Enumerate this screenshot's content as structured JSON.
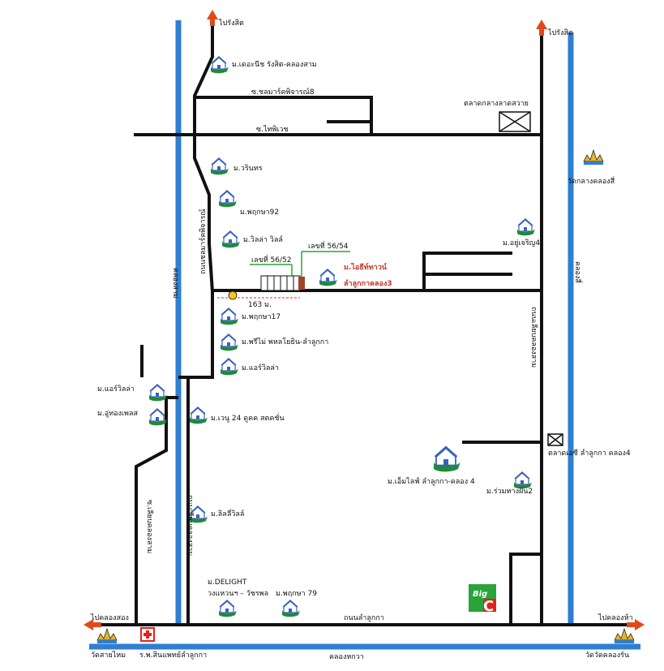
{
  "colors": {
    "road": "#111111",
    "canal": "#2f7fd0",
    "arrow": "#e04a1a",
    "house_green": "#1f8a3a",
    "house_blue": "#3a63b8",
    "accent_red": "#c0392b",
    "bigc_green": "#2aa33a",
    "bigc_red": "#e2231a"
  },
  "directions": {
    "to_rangsit_left": "ไปรังสิต",
    "to_rangsit_right": "ไปรังสิต",
    "to_khlong_song": "ไปคลองสอง",
    "to_khlong_ha": "ไปคลองห้า"
  },
  "roads": {
    "charoen_8": "ซ.ชลมาร์คพิจารณ์8",
    "soi_thaiwit": "ซ.ไทพิเวช",
    "thanon_left_vertical": "ถนนชลมาร์คพิจารณ์",
    "thanon_lower_left": "ถนนเลียบคลองสาม",
    "thanon_right_vertical": "ถนนเลียบคลองสาม",
    "soi_bottom_left": "ซ.เลียบคลองสาม",
    "lam_luk_ka": "ถนนลำลูกกา"
  },
  "canals": {
    "khlong_sam": "คลองสาม",
    "khlong_si": "คลองสี่",
    "khlong_hok_wa": "คลองหกวา"
  },
  "places": {
    "market_lat_sawai": "ตลาดกลางลาดสวาย",
    "wat_klang_khlong_si": "วัดกลางคลองสี่",
    "market_ci": "ตลาดเอซี ลำลูกกา คลอง4",
    "wat_sai_mai": "วัดสายไหม",
    "hospital": "ร.พ.สินแพทย์ลำลูกกา",
    "wat_khlong_ruean": "วัดวัดคลองรัน"
  },
  "villages": {
    "the_nice": "ม.เดอะนีช รังสิต-คลองสาม",
    "warinthon": "ม.วรินทร",
    "phruksa_92": "ม.พฤกษา92",
    "villa_vill": "ม.วิลล่า วิลล์",
    "phruksa_17": "ม.พฤกษา17",
    "phrima": "ม.พรีไม่ พหลโยธิน-ลำลูกกา",
    "air_villa_1": "ม.แอร์วิลล่า",
    "air_villa_2": "ม.แอร์วิลล่า",
    "u_thong": "ม.อู่ทองเพลส",
    "wonnu": "ม.เวนู 24 ดูคค สตคชั่น",
    "lilli": "ม.ลิลลี่วิลล์",
    "delight_1": "ม.DELIGHT",
    "delight_2": "วงแหวนฯ – วัชรพล",
    "phruksa_79": "ม.พฤกษา 79",
    "u_charoen": "ม.อยู่เจริญ4",
    "em_lai": "ม.เอ็มไลฟ์ ลำลูกกา-คลอง 4",
    "ruam": "ม.ร่วมทางฝัน2"
  },
  "highlight": {
    "lot_a": "เลขที่ 56/52",
    "lot_b": "เลขที่ 56/54",
    "project_1": "ม.ไอธีท์ทาวน์",
    "project_2": "ลำลูกกาคลอง3",
    "distance": "163 ม."
  },
  "logo": {
    "bigc_top": "Big",
    "bigc_letter": "C"
  }
}
